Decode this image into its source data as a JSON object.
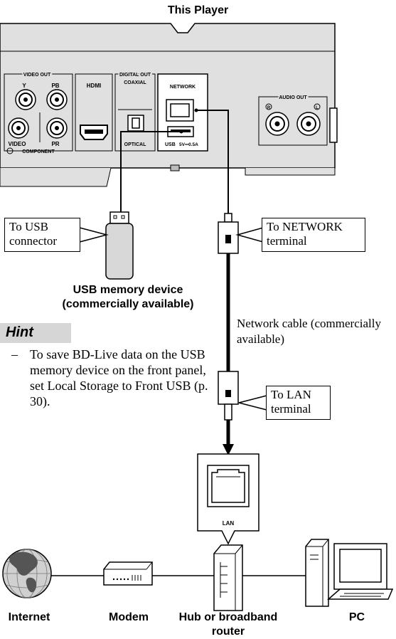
{
  "title": "This Player",
  "panel": {
    "video_out": "VIDEO OUT",
    "y": "Y",
    "pb": "PB",
    "pr": "PR",
    "video": "VIDEO",
    "component": "COMPONENT",
    "hdmi": "HDMI",
    "digital_out": "DIGITAL OUT",
    "coaxial": "COAXIAL",
    "optical": "OPTICAL",
    "network": "NETWORK",
    "usb": "USB",
    "usb_rating": "5V⎓0.5A",
    "audio_out": "AUDIO OUT",
    "audio_r": "R",
    "audio_l": "L"
  },
  "callouts": {
    "usb_connector": "To USB connector",
    "network_terminal": "To NETWORK terminal",
    "lan_terminal": "To LAN terminal"
  },
  "usb_device_caption": "USB memory device (commercially available)",
  "network_cable": "Network cable (commercially available)",
  "hint": {
    "title": "Hint",
    "dash": "–",
    "text": "To save BD-Live data on the USB memory device on the front panel, set Local Storage to Front USB (p. 30)."
  },
  "lan_label": "LAN",
  "devices": {
    "internet": "Internet",
    "modem": "Modem",
    "hub": "Hub or broadband router",
    "pc": "PC"
  }
}
